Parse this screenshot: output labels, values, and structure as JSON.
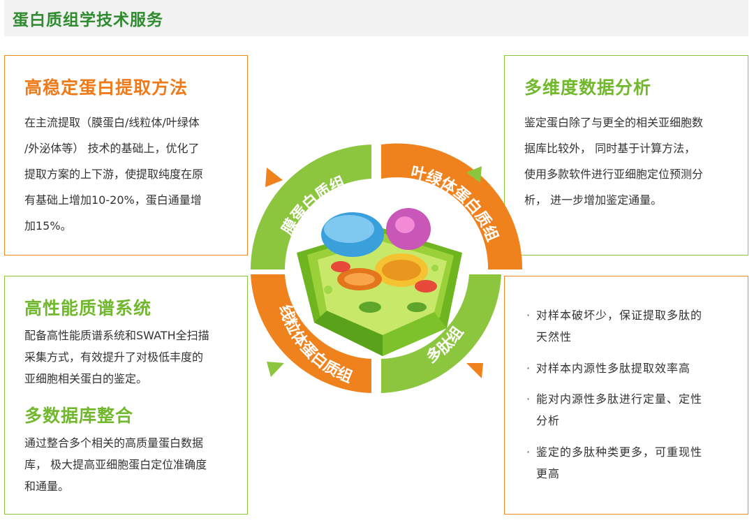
{
  "page_title": "蛋白质组学技术服务",
  "colors": {
    "orange": "#f0821e",
    "green": "#8cc63f",
    "title_green": "#2e8b2e"
  },
  "ring_labels": {
    "top_left": "膜蛋白质组",
    "top_right": "叶绿体蛋白质组",
    "bottom_left": "线粒体蛋白质组",
    "bottom_right": "多肽组"
  },
  "center_image": "plant-cell-illustration",
  "panels": {
    "top_left": {
      "heading": "高稳定蛋白提取方法",
      "lines": [
        "在主流提取（膜蛋白/线粒体/叶绿体",
        "/外泌体等） 技术的基础上，优化了",
        "提取方案的上下游，使提取纯度在原",
        "有基础上增加10-20%，蛋白通量增",
        "加15%。"
      ]
    },
    "top_right": {
      "heading": "多维度数据分析",
      "lines": [
        "鉴定蛋白除了与更全的相关亚细胞数",
        "据库比较外， 同时基于计算方法，",
        "使用多款软件进行亚细胞定位预测分",
        "析， 进一步增加鉴定通量。"
      ]
    },
    "bottom_left": {
      "heading1": "高性能质谱系统",
      "lines1": [
        "配备高性能质谱系统和SWATH全扫描",
        "采集方式，有效提升了对极低丰度的",
        "亚细胞相关蛋白的鉴定。"
      ],
      "heading2": "多数据库整合",
      "lines2": [
        "通过整合多个相关的高质量蛋白数据",
        "库， 极大提高亚细胞蛋白定位准确度",
        "和通量。"
      ]
    },
    "bottom_right": {
      "bullet_symbol": "·",
      "bullets": [
        [
          "对样本破坏少，保证提取多肽的",
          "天然性"
        ],
        [
          "对样本内源性多肽提取效率高"
        ],
        [
          "能对内源性多肽进行定量、定性",
          "分析"
        ],
        [
          "鉴定的多肽种类更多，可重现性",
          "更高"
        ]
      ]
    }
  }
}
